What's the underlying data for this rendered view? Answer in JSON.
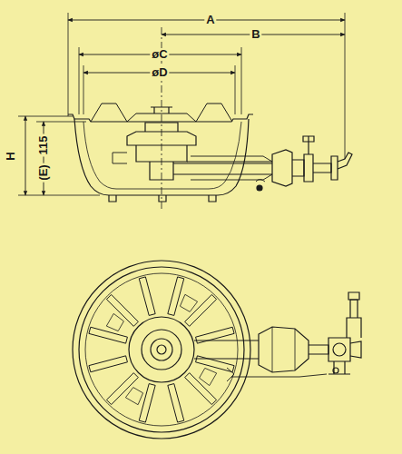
{
  "diagram": {
    "labels": [
      "A",
      "B",
      "øC",
      "øD",
      "H",
      "115",
      "(E)"
    ]
  }
}
